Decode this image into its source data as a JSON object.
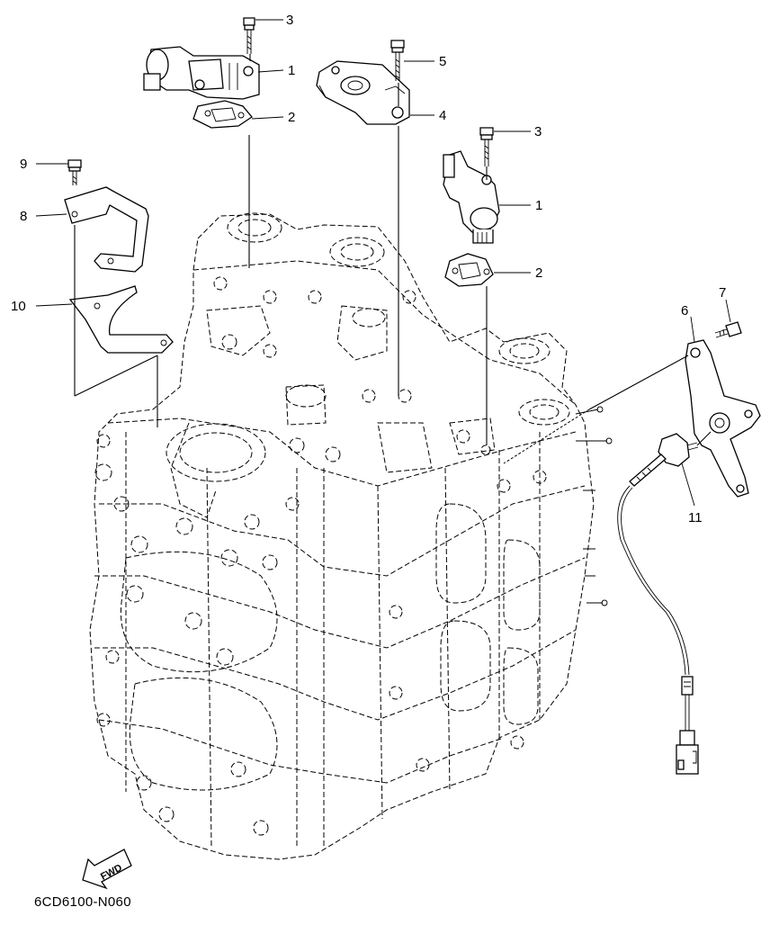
{
  "callouts": [
    {
      "id": "c3a",
      "text": "3"
    },
    {
      "id": "c1a",
      "text": "1"
    },
    {
      "id": "c2a",
      "text": "2"
    },
    {
      "id": "c5",
      "text": "5"
    },
    {
      "id": "c4",
      "text": "4"
    },
    {
      "id": "c3b",
      "text": "3"
    },
    {
      "id": "c1b",
      "text": "1"
    },
    {
      "id": "c2b",
      "text": "2"
    },
    {
      "id": "c9",
      "text": "9"
    },
    {
      "id": "c8",
      "text": "8"
    },
    {
      "id": "c10",
      "text": "10"
    },
    {
      "id": "c7",
      "text": "7"
    },
    {
      "id": "c6",
      "text": "6"
    },
    {
      "id": "c11",
      "text": "11"
    }
  ],
  "fwd_label": "FWD",
  "diagram_code": "6CD6100-N060"
}
